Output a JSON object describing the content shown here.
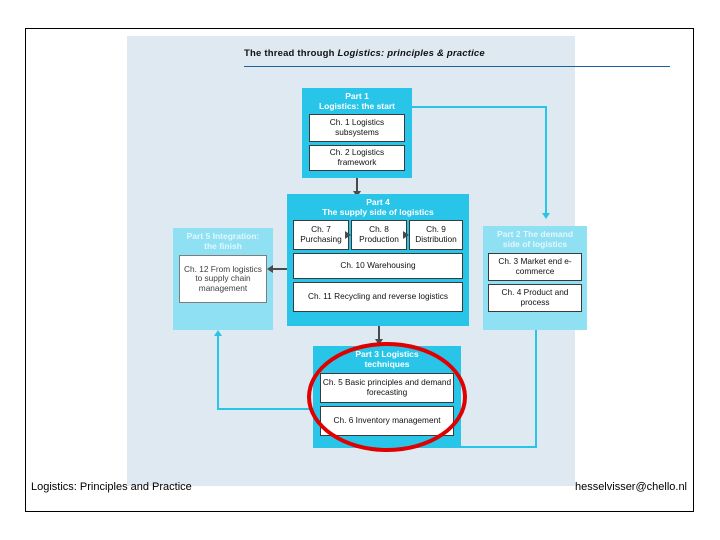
{
  "slide": {
    "title_prefix": "The thread through ",
    "title_italic": "Logistics: principles & practice",
    "footer_left": "Logistics: Principles and Practice",
    "footer_right": "hesselvisser@chello.nl"
  },
  "colors": {
    "panel_bg": "#dfe9f2",
    "part_fill": "#29c5e8",
    "part_fill_faded": "#8fe0f2",
    "highlight_ellipse": "#e00000",
    "box_border": "#3a3a3a",
    "title_rule": "#1f5fa0"
  },
  "diagram": {
    "parts": [
      {
        "id": "part1",
        "label": "Part 1\nLogistics: the start",
        "label_line1": "Part 1",
        "label_line2": "Logistics: the start",
        "chapters": [
          {
            "id": "ch1",
            "text": "Ch. 1 Logistics subsystems"
          },
          {
            "id": "ch2",
            "text": "Ch. 2 Logistics framework"
          }
        ]
      },
      {
        "id": "part4",
        "label_line1": "Part 4",
        "label_line2": "The supply side of logistics",
        "chapters": [
          {
            "id": "ch7",
            "text": "Ch. 7 Purchasing"
          },
          {
            "id": "ch8",
            "text": "Ch. 8 Production"
          },
          {
            "id": "ch9",
            "text": "Ch. 9 Distribution"
          },
          {
            "id": "ch10",
            "text": "Ch. 10 Warehousing"
          },
          {
            "id": "ch11",
            "text": "Ch. 11 Recycling and reverse logistics"
          }
        ]
      },
      {
        "id": "part5",
        "label_line1": "Part 5 Integration:",
        "label_line2": "the finish",
        "chapters": [
          {
            "id": "ch12",
            "text": "Ch. 12 From logistics to supply chain management"
          }
        ]
      },
      {
        "id": "part2",
        "label_line1": "Part 2 The demand",
        "label_line2": "side of logistics",
        "chapters": [
          {
            "id": "ch3",
            "text": "Ch. 3 Market end e-commerce"
          },
          {
            "id": "ch4",
            "text": "Ch. 4 Product and process"
          }
        ]
      },
      {
        "id": "part3",
        "label_line1": "Part 3 Logistics",
        "label_line2": "techniques",
        "chapters": [
          {
            "id": "ch5",
            "text": "Ch. 5 Basic principles and demand forecasting"
          },
          {
            "id": "ch6",
            "text": "Ch. 6 Inventory management"
          }
        ]
      }
    ]
  }
}
